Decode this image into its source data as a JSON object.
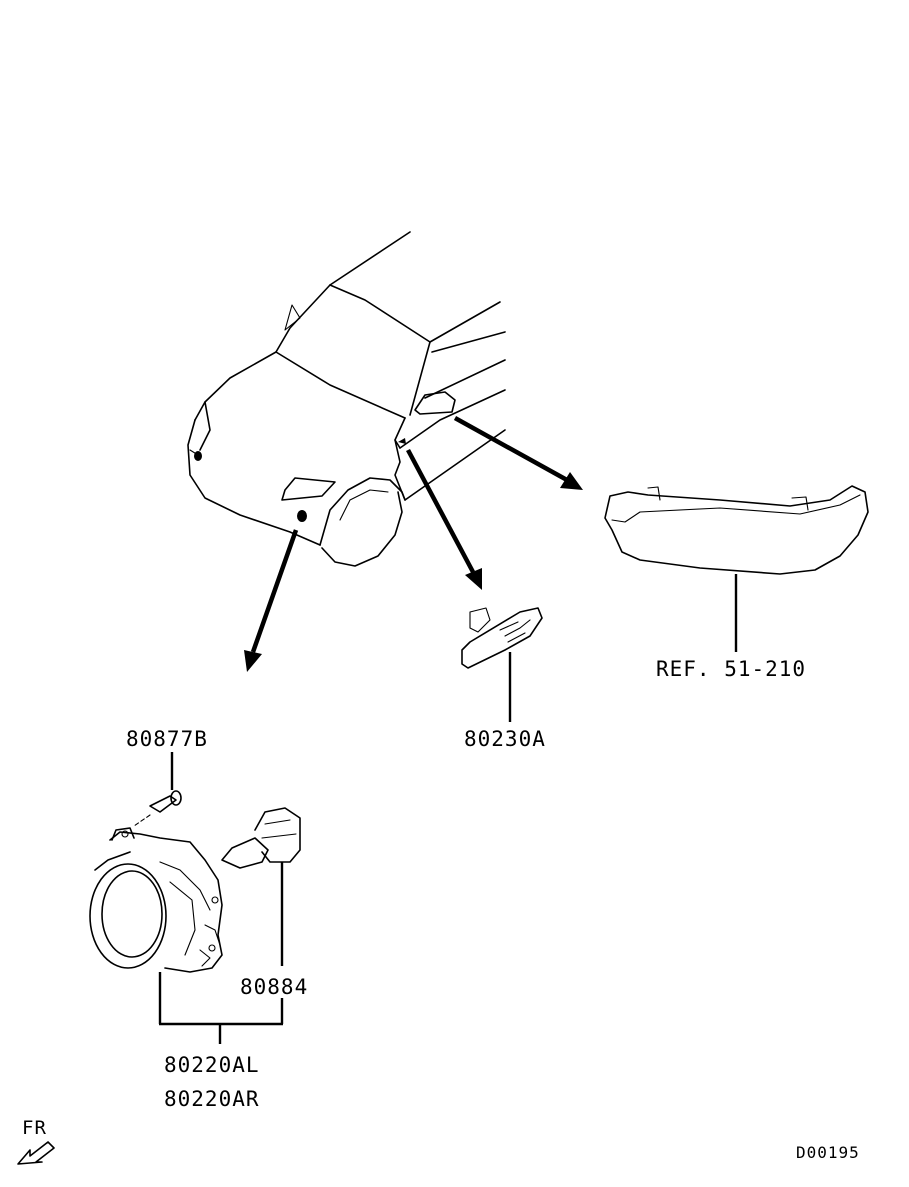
{
  "diagram": {
    "labels": {
      "ref_bumper": "REF. 51-210",
      "side_marker": "80230A",
      "screw": "80877B",
      "bulb": "80884",
      "fog_lamp_left": "80220AL",
      "fog_lamp_right": "80220AR",
      "front_indicator": "FR",
      "drawing_code": "D00195"
    },
    "line_color": "#000000",
    "background": "#ffffff"
  }
}
